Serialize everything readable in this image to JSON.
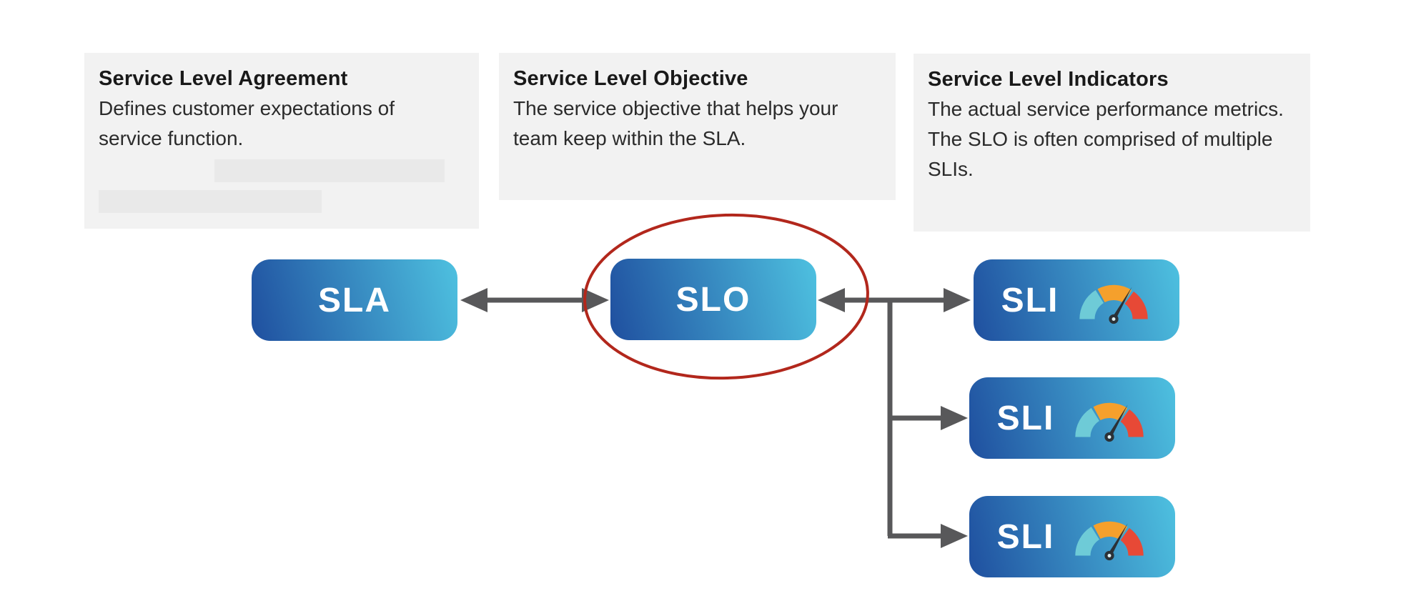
{
  "colors": {
    "panel_bg": "#f2f2f2",
    "redaction_bg": "#e9e9e9",
    "title_text": "#191919",
    "body_text": "#2b2b2b",
    "node_text": "#ffffff",
    "node_gradient_start": "#1f4f9f",
    "node_gradient_end": "#4ec1e0",
    "arrow": "#58585a",
    "ellipse": "#b2271c",
    "gauge_cyan": "#6ecbd7",
    "gauge_orange": "#f5a02c",
    "gauge_red": "#e74936",
    "gauge_needle": "#2b3137",
    "gauge_hub_center": "#dff0f4"
  },
  "panels": [
    {
      "title": "Service Level Agreement",
      "body": "Defines customer expectations of service function.",
      "note": "two redacted/erased text lines follow the body"
    },
    {
      "title": "Service Level Objective",
      "body": "The service objective that helps your team keep within the SLA."
    },
    {
      "title": "Service Level Indicators",
      "body": "The actual service performance metrics. The SLO is often comprised of multiple SLIs."
    }
  ],
  "nodes": {
    "sla": {
      "label": "SLA"
    },
    "slo": {
      "label": "SLO",
      "highlighted": "red ellipse annotation"
    },
    "sli": [
      {
        "label": "SLI"
      },
      {
        "label": "SLI"
      },
      {
        "label": "SLI"
      }
    ]
  },
  "icons": {
    "sli": "gauge-icon"
  },
  "connections": [
    "SLA <-> SLO (double-headed arrow)",
    "SLO <-> SLI 1 (double-headed arrow)",
    "branch -> SLI 2",
    "branch -> SLI 3"
  ]
}
